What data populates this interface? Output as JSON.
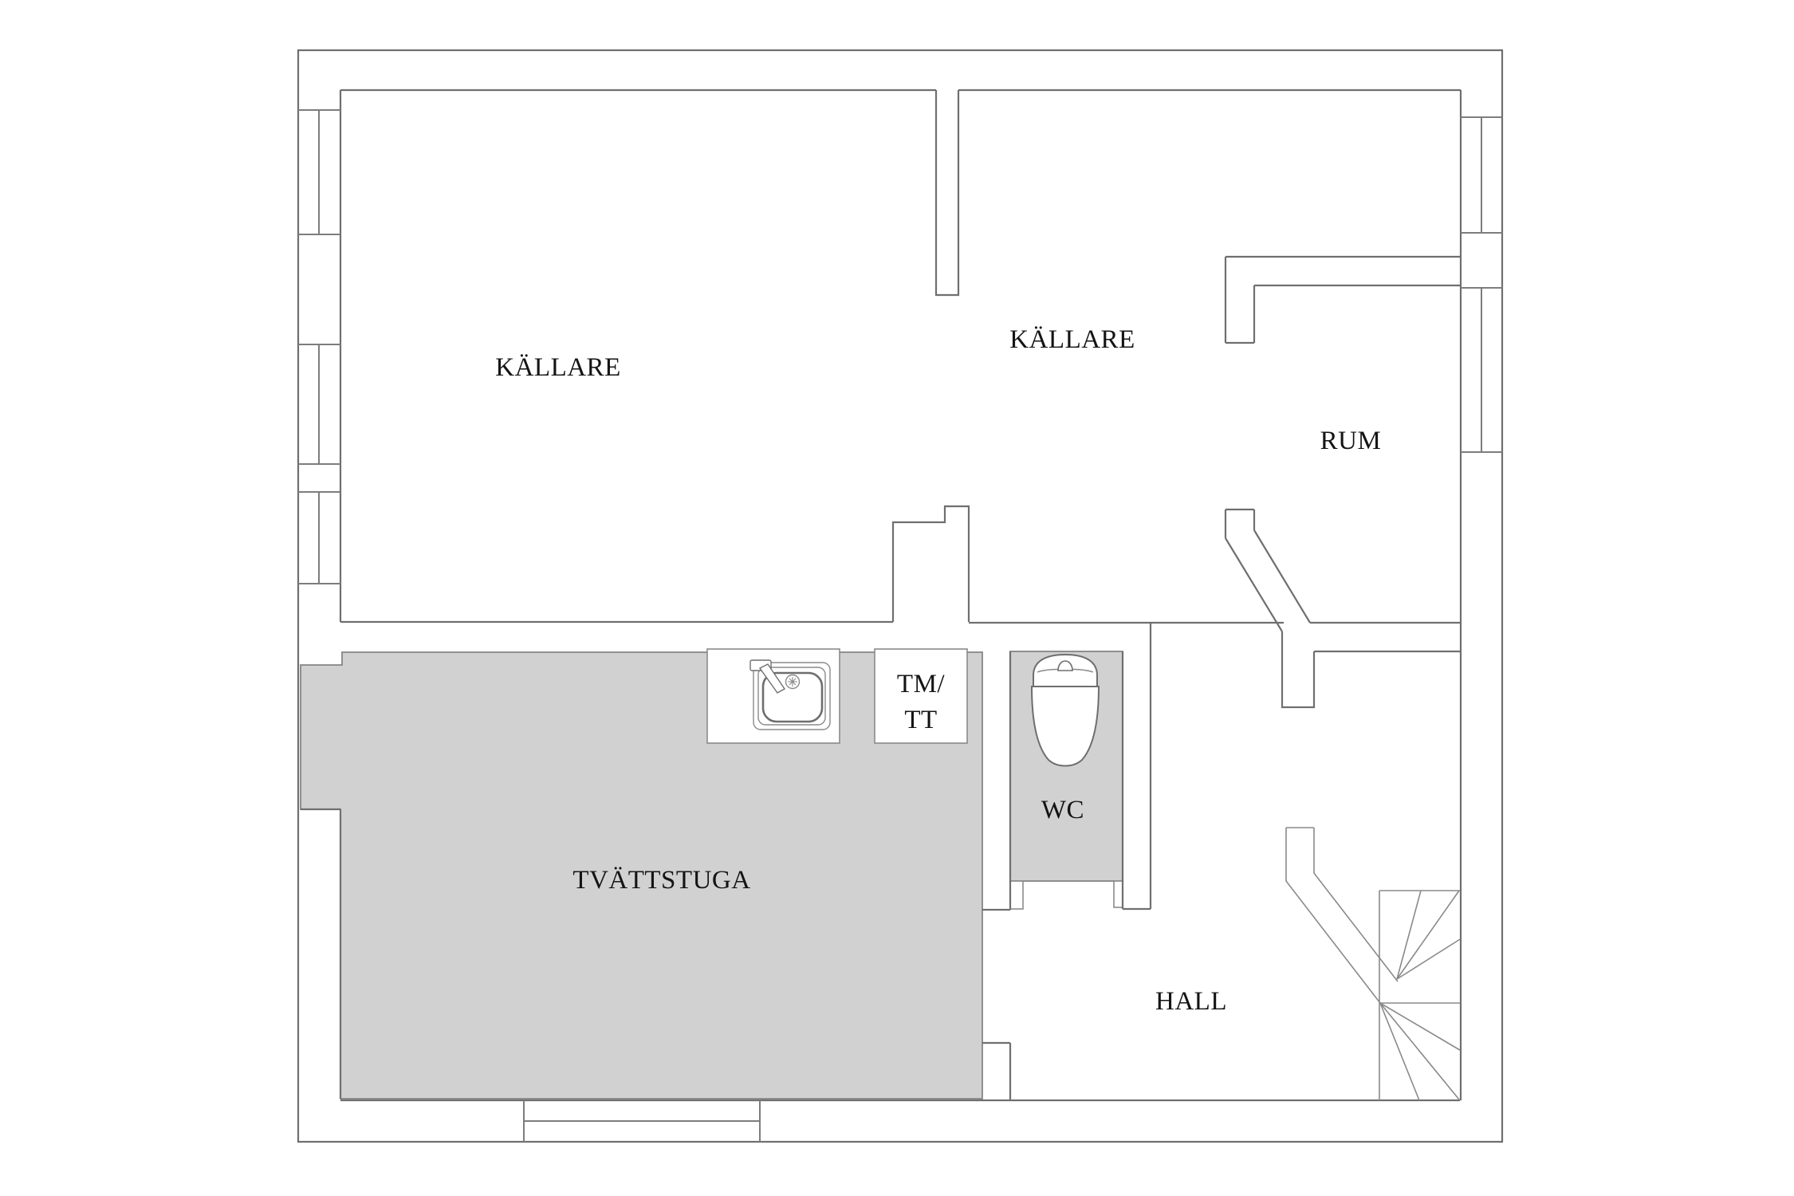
{
  "floorplan": {
    "rooms": {
      "kallare_left": {
        "label": "KÄLLARE"
      },
      "kallare_right": {
        "label": "KÄLLARE"
      },
      "rum": {
        "label": "RUM"
      },
      "tvattstuga": {
        "label": "TVÄTTSTUGA"
      },
      "wc": {
        "label": "WC"
      },
      "hall": {
        "label": "HALL"
      },
      "appliance": {
        "line1": "TM/",
        "line2": "TT"
      }
    },
    "icons": {
      "sink": "sink-icon",
      "toilet": "toilet-icon",
      "stairs": "winder-stairs-icon",
      "window": "window-icon"
    },
    "colors": {
      "wall_line": "#6f6f6f",
      "highlight_fill": "#d1d1d1",
      "text": "#141414",
      "background": "#ffffff"
    }
  }
}
